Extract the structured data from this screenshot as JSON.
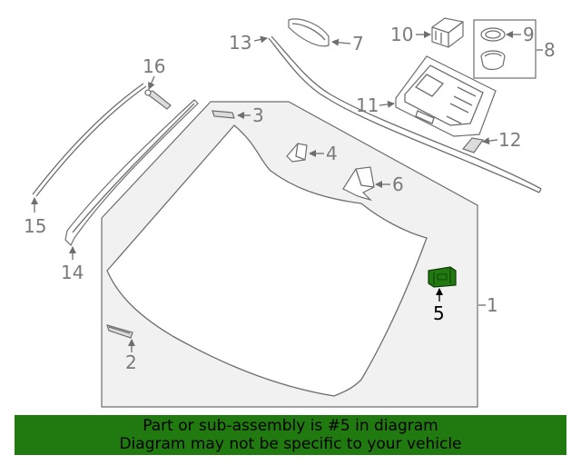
{
  "callouts": {
    "c1": "1",
    "c2": "2",
    "c3": "3",
    "c4": "4",
    "c5": "5",
    "c6": "6",
    "c7": "7",
    "c8": "8",
    "c9": "9",
    "c10": "10",
    "c11": "11",
    "c12": "12",
    "c13": "13",
    "c14": "14",
    "c15": "15",
    "c16": "16"
  },
  "highlight_part": "5",
  "colors": {
    "highlight": "#217a10",
    "banner_bg": "#217a10",
    "panel": "#f1f1f1",
    "line": "#6e6e6e"
  },
  "banner": {
    "line1": "Part or sub-assembly is #5 in diagram",
    "line2": "Diagram may not be specific to your vehicle"
  }
}
